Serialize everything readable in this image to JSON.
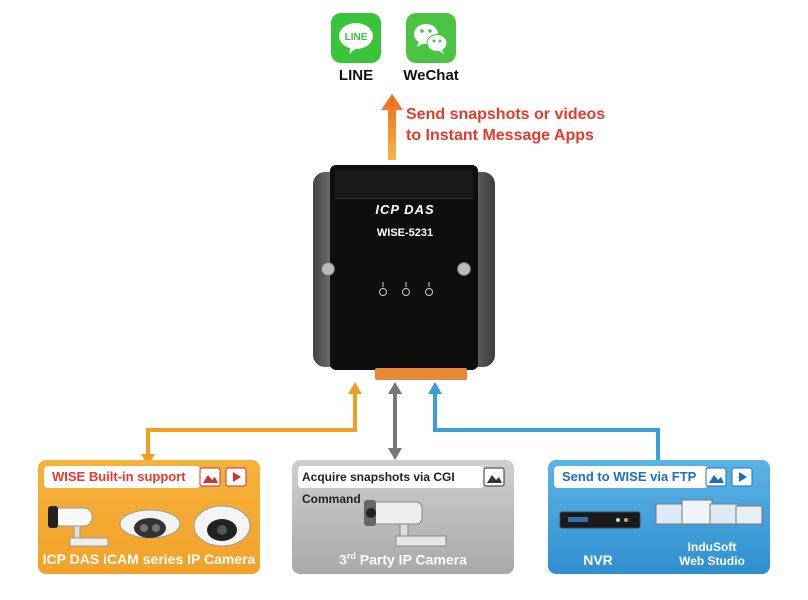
{
  "apps": {
    "line_icon_text": "LINE",
    "line_label": "LINE",
    "wechat_label": "WeChat"
  },
  "message": {
    "line1": "Send snapshots or videos",
    "line2": "to Instant Message Apps"
  },
  "device": {
    "brand": "ICP DAS",
    "model": "WISE-5231"
  },
  "boxes": {
    "builtin": {
      "header": "WISE Built-in support",
      "footer": "ICP DAS iCAM series IP Camera"
    },
    "cgi": {
      "header": "Acquire snapshots via CGI Command",
      "footer_main": "3",
      "footer_sup": "rd",
      "footer_rest": " Party IP Camera"
    },
    "ftp": {
      "header": "Send to WISE via FTP",
      "footer_nvr": "NVR",
      "footer_indusoft_1": "InduSoft",
      "footer_indusoft_2": "Web Studio"
    }
  },
  "colors": {
    "orange": "#f0a020",
    "gray": "#777777",
    "blue": "#3a9fd8",
    "red_text": "#e8392a"
  },
  "icons": [
    "line-icon",
    "wechat-icon",
    "image-icon",
    "video-icon",
    "camera-icon",
    "nvr-icon"
  ]
}
